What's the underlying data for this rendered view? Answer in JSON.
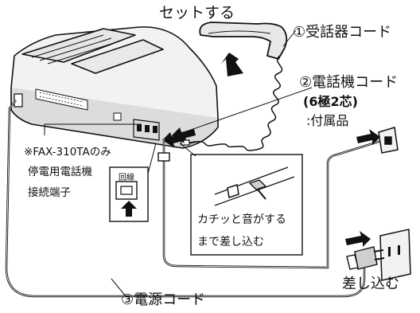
{
  "labels": {
    "set_handset": "セットする",
    "cord1": "①受話器コード",
    "cord2": "②電話機コード",
    "cord2_spec": "(6極2芯)",
    "cord2_accessory": ":付属品",
    "fax_only": "※FAX-310TAのみ",
    "power_outage_phone": "停電用電話機",
    "terminal": "接続端子",
    "line_label": "回線",
    "click_insert_1": "カチッと音がする",
    "click_insert_2": "まで差し込む",
    "insert": "差し込む",
    "cord3": "③電源コード"
  },
  "colors": {
    "line": "#111111",
    "body_fill": "#f2f2f2",
    "shade_fill": "#cfcfcf"
  }
}
